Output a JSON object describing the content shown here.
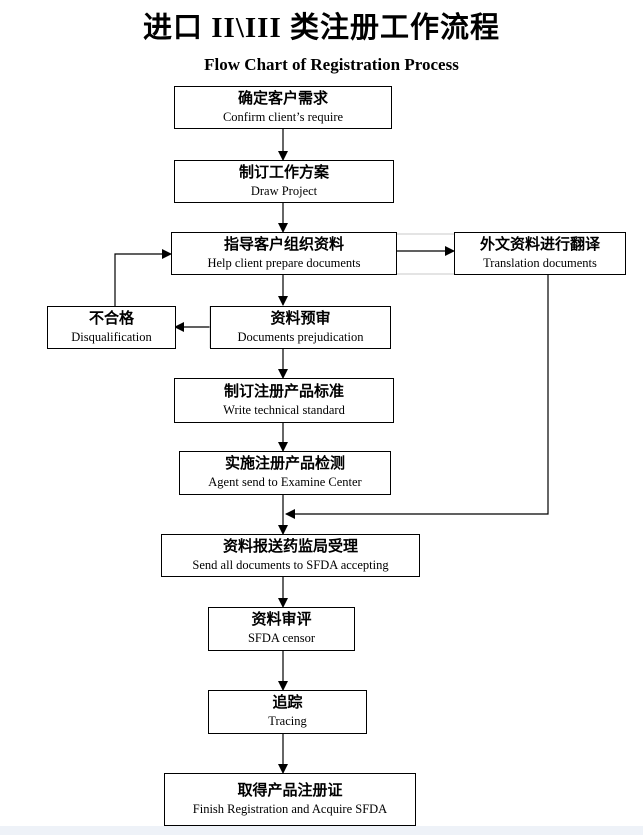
{
  "title": "进口 II\\III 类注册工作流程",
  "subtitle": "Flow Chart of Registration Process",
  "steps": {
    "confirm": {
      "cn": "确定客户需求",
      "en": "Confirm client’s require"
    },
    "draw": {
      "cn": "制订工作方案",
      "en": "Draw Project"
    },
    "help": {
      "cn": "指导客户组织资料",
      "en": "Help client prepare documents"
    },
    "translate": {
      "cn": "外文资料进行翻译",
      "en": "Translation documents"
    },
    "disq": {
      "cn": "不合格",
      "en": "Disqualification"
    },
    "prejud": {
      "cn": "资料预审",
      "en": "Documents prejudication"
    },
    "standard": {
      "cn": "制订注册产品标准",
      "en": "Write technical standard"
    },
    "examine": {
      "cn": "实施注册产品检测",
      "en": "Agent send to Examine Center"
    },
    "send": {
      "cn": "资料报送药监局受理",
      "en": "Send all documents to SFDA accepting"
    },
    "censor": {
      "cn": "资料审评",
      "en": "SFDA censor"
    },
    "tracing": {
      "cn": "追踪",
      "en": "Tracing"
    },
    "finish": {
      "cn": "取得产品注册证",
      "en": "Finish Registration and Acquire SFDA"
    }
  }
}
